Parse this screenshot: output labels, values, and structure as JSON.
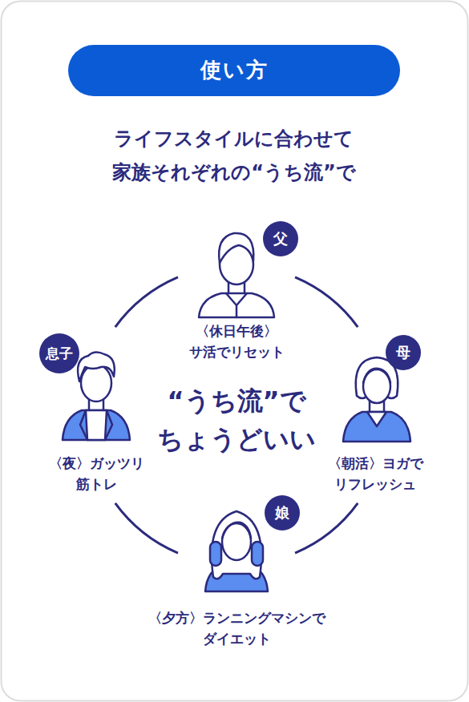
{
  "diagram": {
    "nodes": [
      {
        "text": [
          "使い方"
        ]
      },
      {
        "text": [
          "父"
        ]
      },
      {
        "text": [
          "息子"
        ]
      },
      {
        "text": [
          "母"
        ]
      },
      {
        "text": [
          "娘"
        ]
      }
    ],
    "labels": [
      "ライフスタイルに合わせて 家族それぞれの“うち流”で",
      "〈休日午後〉 サ活でリセット",
      "“うち流”で ちょうどいい",
      "〈夜〉ガッツリ 筋トレ",
      "〈朝活〉ヨガで リフレッシュ",
      "〈夕方〉ランニングマシンで ダイエット"
    ]
  }
}
